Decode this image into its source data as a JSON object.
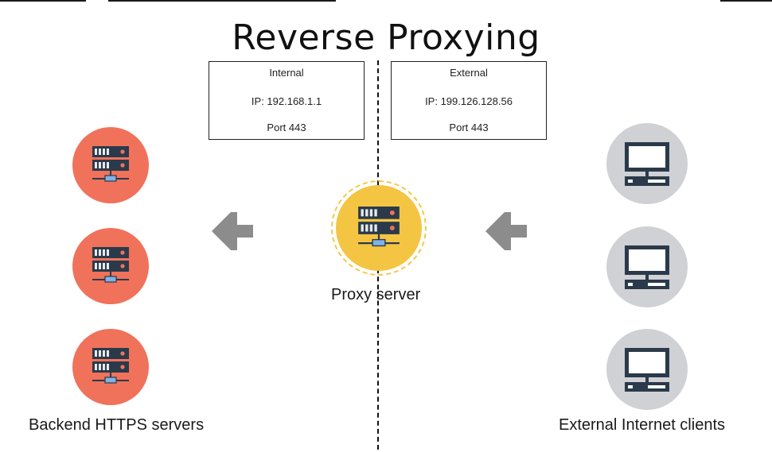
{
  "title": "Reverse Proxying",
  "internal_box": {
    "heading": "Internal",
    "ip": "IP: 192.168.1.1",
    "port": "Port 443"
  },
  "external_box": {
    "heading": "External",
    "ip": "IP: 199.126.128.56",
    "port": "Port 443"
  },
  "labels": {
    "proxy": "Proxy server",
    "backend": "Backend HTTPS servers",
    "clients": "External Internet clients"
  },
  "icons": {
    "backend_server": "server-icon",
    "proxy_server": "server-icon",
    "client": "desktop-computer-icon",
    "flow_arrow": "arrow-left-icon"
  },
  "colors": {
    "backend": "#f0725b",
    "proxy": "#f4c542",
    "client": "#cfd1d5",
    "arrow": "#8c8c8c",
    "icon_dark": "#2b3a4a"
  }
}
